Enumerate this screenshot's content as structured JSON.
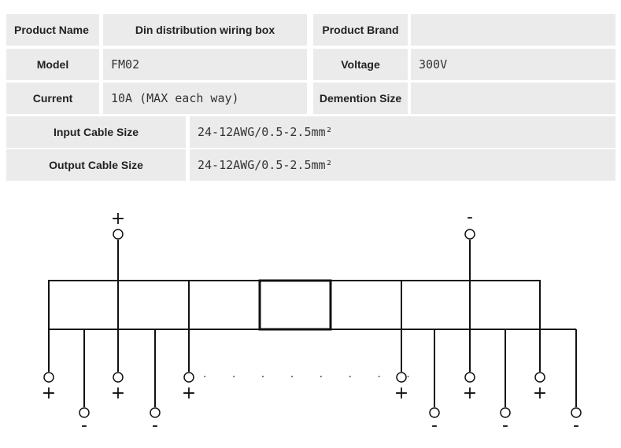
{
  "table": {
    "product_name_label": "Product Name",
    "product_name_value": "Din distribution wiring box",
    "product_brand_label": "Product Brand",
    "product_brand_value": "",
    "model_label": "Model",
    "model_value": "FM02",
    "voltage_label": "Voltage",
    "voltage_value": "300V",
    "current_label": "Current",
    "current_value": "10A (MAX each way)",
    "dimension_label": "Demention Size",
    "dimension_value": "",
    "input_label": "Input Cable Size",
    "input_value": "24-12AWG/0.5-2.5mm²",
    "output_label": "Output Cable Size",
    "output_value": "24-12AWG/0.5-2.5mm²"
  },
  "diagram": {
    "plus_symbol": "+",
    "minus_symbol": "-",
    "ellipsis": "· · · · · · · ·",
    "top_terminals": [
      "+",
      "-"
    ],
    "bottom_terminals": [
      "+",
      "-",
      "+",
      "-",
      "+",
      "+",
      "-",
      "+",
      "-",
      "+",
      "-"
    ]
  }
}
